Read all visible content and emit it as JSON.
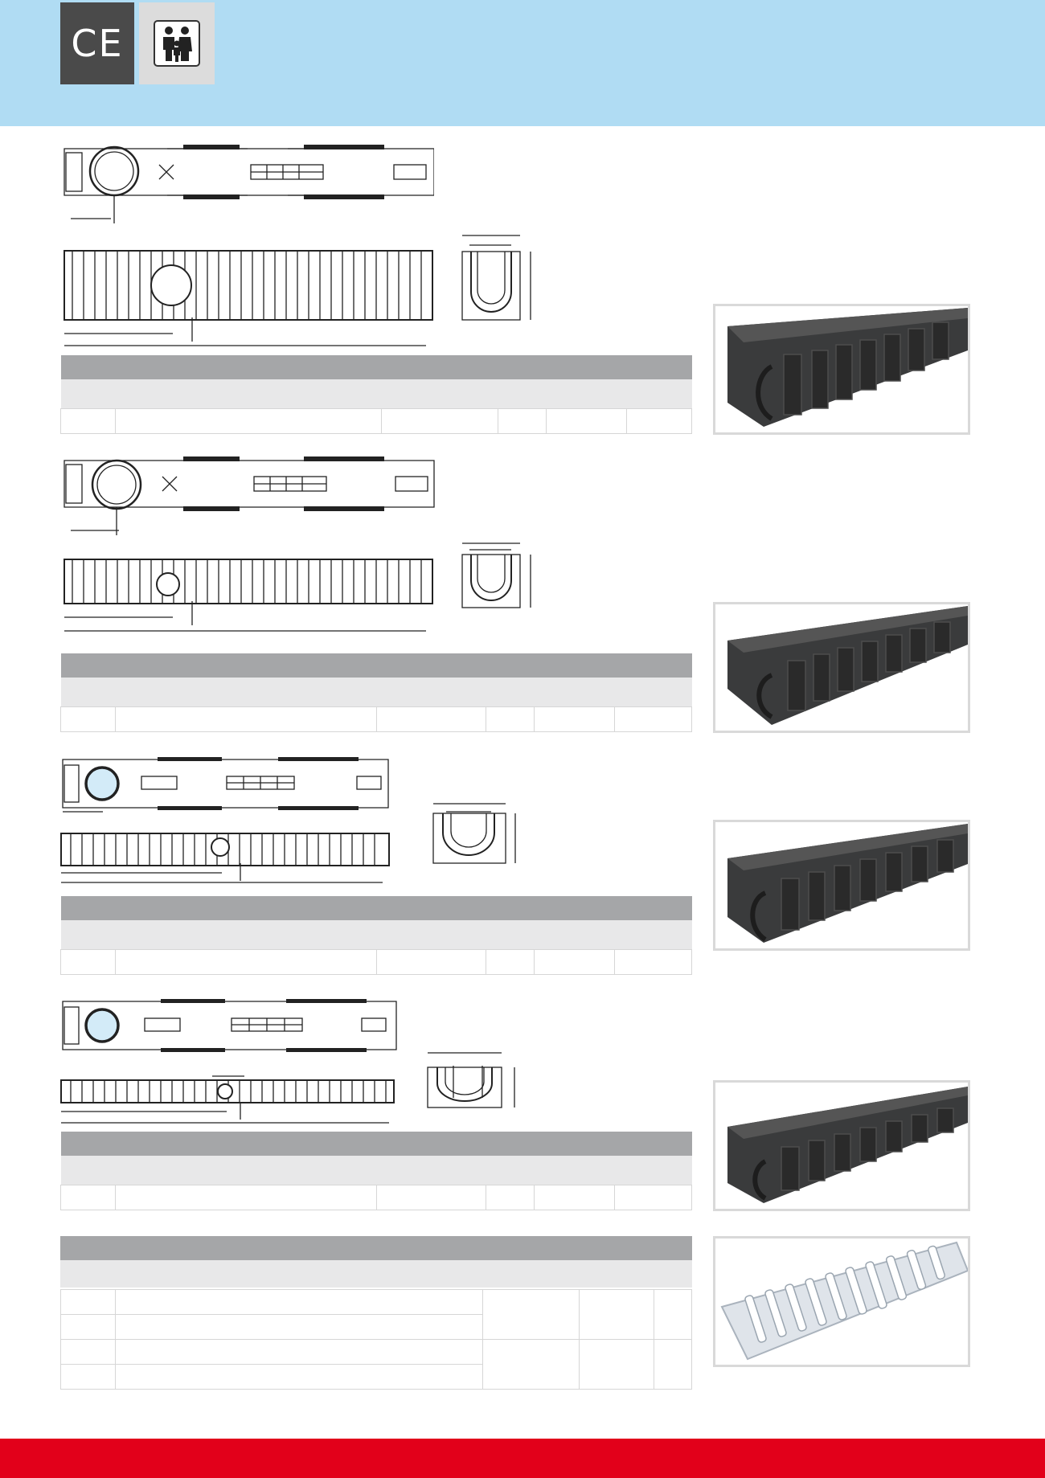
{
  "header": {
    "ce_mark": "CE",
    "people_icon": "people-icon",
    "band_color": "#b0dcf3"
  },
  "footer": {
    "band_color": "#e2001a"
  },
  "products": [
    {
      "photo": "channel-drain-photo",
      "drawing": "channel-technical-drawing"
    },
    {
      "photo": "channel-drain-photo",
      "drawing": "channel-technical-drawing"
    },
    {
      "photo": "channel-drain-photo",
      "drawing": "channel-technical-drawing"
    },
    {
      "photo": "channel-drain-photo",
      "drawing": "channel-technical-drawing"
    },
    {
      "photo": "grating-photo",
      "drawing": ""
    }
  ]
}
